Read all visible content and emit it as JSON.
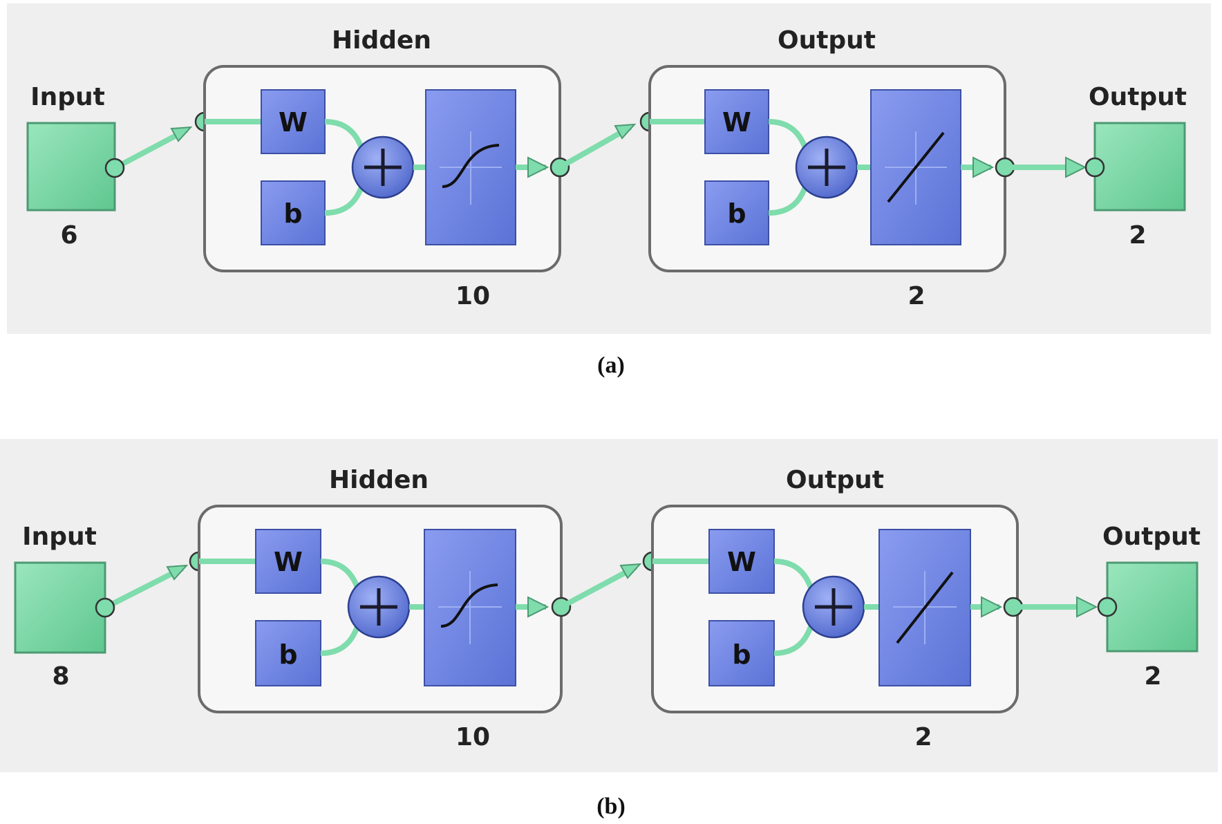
{
  "figures": [
    {
      "caption": "(a)",
      "input_label": "Input",
      "input_size": "6",
      "hidden_title": "Hidden",
      "hidden_size": "10",
      "output_layer_title": "Output",
      "output_layer_size": "2",
      "output_label": "Output",
      "output_size": "2",
      "weight_label": "W",
      "bias_label": "b"
    },
    {
      "caption": "(b)",
      "input_label": "Input",
      "input_size": "8",
      "hidden_title": "Hidden",
      "hidden_size": "10",
      "output_layer_title": "Output",
      "output_layer_size": "2",
      "output_label": "Output",
      "output_size": "2",
      "weight_label": "W",
      "bias_label": "b"
    }
  ],
  "colors": {
    "background": "#efefef",
    "node_green": "#7ed9a8",
    "block_blue": "#6d84e0",
    "connector": "#7fdcac",
    "layer_box_fill": "#f7f7f7",
    "layer_box_stroke": "#6b6b6b"
  },
  "icons": {
    "sum": "plus-circle-icon",
    "hidden_transfer": "sigmoid-curve-icon",
    "output_transfer": "linear-line-icon"
  }
}
